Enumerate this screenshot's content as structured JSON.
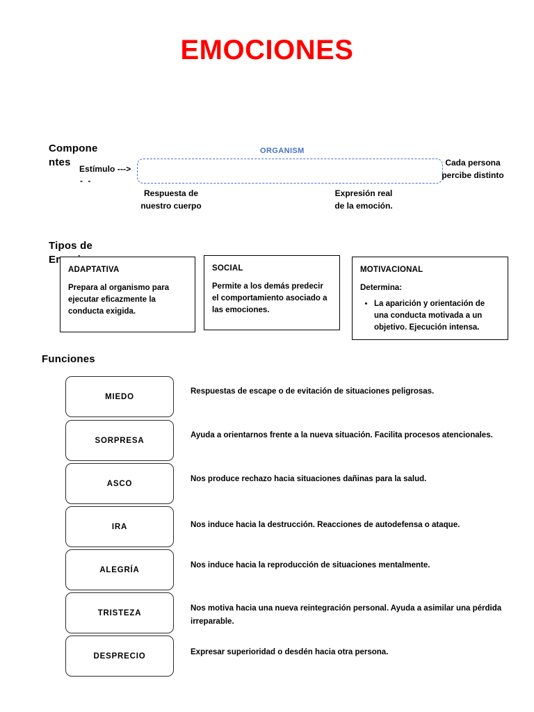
{
  "title": "EMOCIONES",
  "accent_color": "#FF0000",
  "organism_color": "#4472C4",
  "sections": {
    "componentes": {
      "heading_line1": "Compone",
      "heading_line2": "ntes",
      "organism_label": "ORGANISM",
      "stimulus_label": "Estímulo --->",
      "stimulus_remnant": "-        -",
      "caption_body_response": "Respuesta de nuestro cuerpo",
      "caption_expression": "Expresión real de la emoción.",
      "caption_perception": "Cada persona percibe distinto"
    },
    "tipos": {
      "heading_line1": "Tipos de",
      "heading_line2": "Emociones",
      "boxes": [
        {
          "title": "ADAPTATIVA",
          "text": "Prepara al organismo para ejecutar eficazmente la conducta exigida.",
          "bullets": []
        },
        {
          "title": "SOCIAL",
          "text": "Permite a los demás predecir el comportamiento asociado a las emociones.",
          "bullets": []
        },
        {
          "title": "MOTIVACIONAL",
          "text": "Determina:",
          "bullets": [
            "La aparición y orientación de una conducta motivada a un objetivo. Ejecución intensa."
          ]
        }
      ]
    },
    "funciones": {
      "heading": "Funciones",
      "rows": [
        {
          "name": "MIEDO",
          "description": "Respuestas de escape o de evitación de situaciones peligrosas."
        },
        {
          "name": "SORPRESA",
          "description": "Ayuda a orientarnos frente a la nueva situación. Facilita procesos atencionales."
        },
        {
          "name": "ASCO",
          "description": "Nos produce rechazo hacia situaciones dañinas para la salud."
        },
        {
          "name": "IRA",
          "description": "Nos induce hacia la destrucción. Reacciones de autodefensa o ataque."
        },
        {
          "name": "ALEGRÍA",
          "description": "Nos induce hacia la reproducción de situaciones mentalmente."
        },
        {
          "name": "TRISTEZA",
          "description": "Nos motiva hacia una nueva reintegración personal. Ayuda a asimilar una pérdida irreparable."
        },
        {
          "name": "DESPRECIO",
          "description": "Expresar superioridad o desdén hacia otra persona."
        }
      ]
    }
  }
}
